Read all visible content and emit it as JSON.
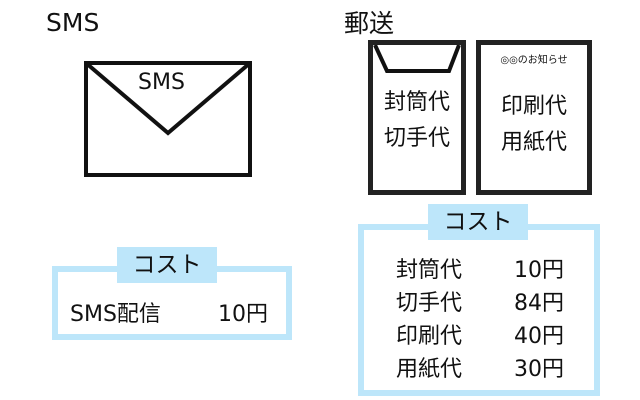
{
  "sms": {
    "title": "SMS",
    "envelope_text": "SMS",
    "cost_label": "コスト",
    "cost_rows": [
      {
        "item": "SMS配信",
        "price": "10円"
      }
    ]
  },
  "post": {
    "title": "郵送",
    "envelope_lines": [
      "封筒代",
      "切手代"
    ],
    "letter_header": "◎◎のお知らせ",
    "letter_lines": [
      "印刷代",
      "用紙代"
    ],
    "cost_label": "コスト",
    "cost_rows": [
      {
        "item": "封筒代",
        "price": "10円"
      },
      {
        "item": "切手代",
        "price": "84円"
      },
      {
        "item": "印刷代",
        "price": "40円"
      },
      {
        "item": "用紙代",
        "price": "30円"
      }
    ]
  }
}
